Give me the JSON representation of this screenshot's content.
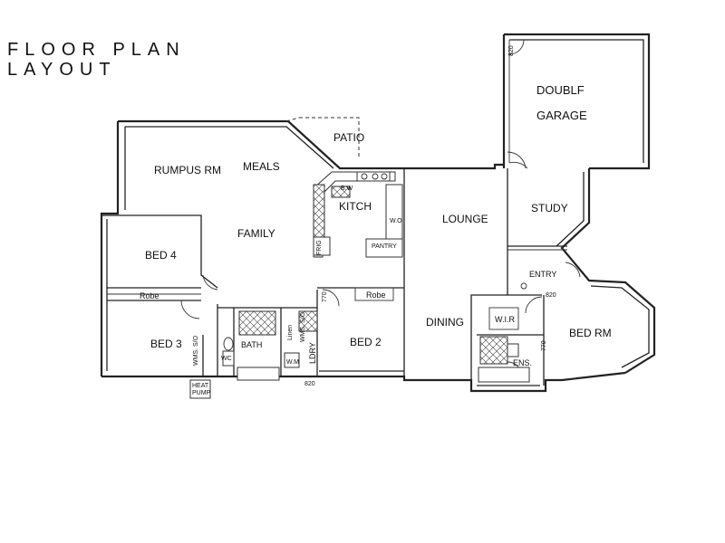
{
  "title": {
    "line1": "FLOOR PLAN",
    "line2": "LAYOUT"
  },
  "rooms": {
    "double_garage_1": "DOUBLF",
    "double_garage_2": "GARAGE",
    "patio": "PATIO",
    "rumpus": "RUMPUS RM",
    "meals": "MEALS",
    "kitchen": "KITCH",
    "lounge": "LOUNGE",
    "study": "STUDY",
    "family": "FAMILY",
    "bed4": "BED 4",
    "entry": "ENTRY",
    "robe_bed4": "Robe",
    "robe_bed2": "Robe",
    "bed3": "BED 3",
    "bath": "BATH",
    "laundry": "LDRY",
    "bed2": "BED 2",
    "dining": "DINING",
    "wir": "W.I.R",
    "bed_master": "BED RM",
    "ensuite": "ENS.",
    "linen": "Linen",
    "heat_pump_1": "HEAT",
    "heat_pump_2": "PUMP"
  },
  "annotations": {
    "garage_door": "820",
    "door_770_hall": "770",
    "door_770_ens": "770",
    "door_820_bed": "820",
    "door_820_ldry": "820",
    "bw": "B.W",
    "wo": "W.O",
    "pantry": "PANTRY",
    "fridge": "FRIG",
    "wm": "W.M",
    "wcs": "WC",
    "wms": "WMS. S/O",
    "wms_bed3": "WMS. S/O"
  }
}
